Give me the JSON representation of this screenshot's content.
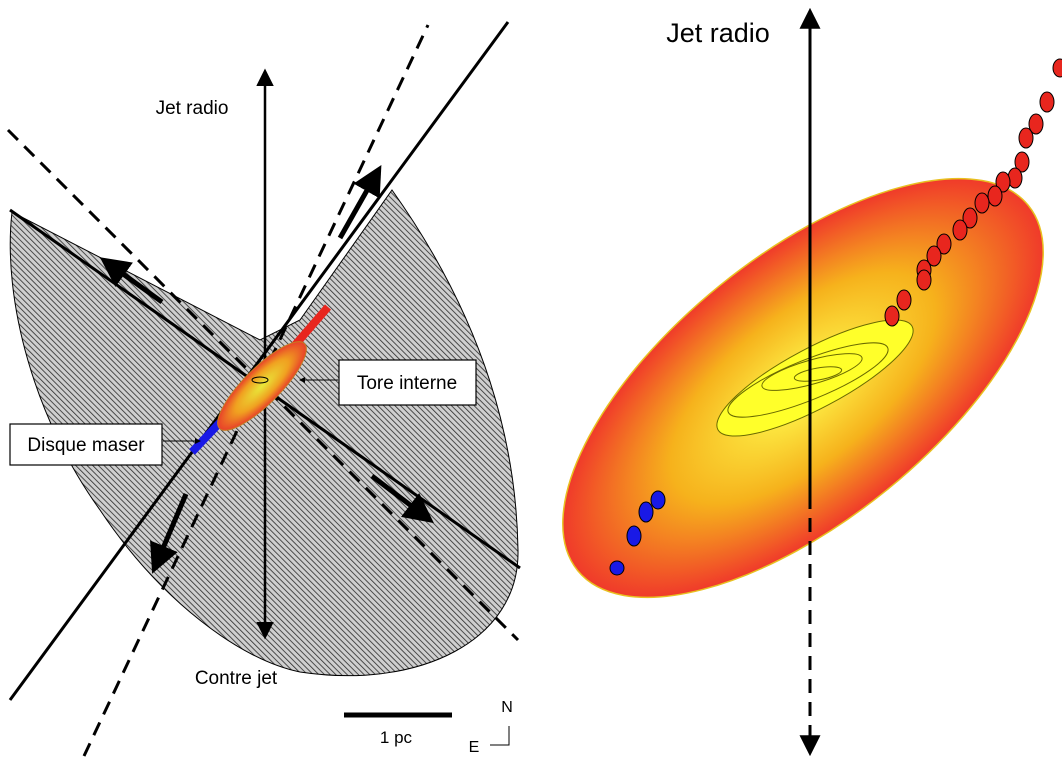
{
  "left_panel": {
    "jet_label": "Jet radio",
    "counter_jet_label": "Contre jet",
    "inner_torus_label": "Tore interne",
    "maser_disk_label": "Disque maser",
    "scale_label": "1 pc",
    "north_label": "N",
    "east_label": "E"
  },
  "right_panel": {
    "jet_label": "Jet radio"
  },
  "colors": {
    "hatch_fill": "#777777",
    "redshifted_maser": "#e8261e",
    "blueshifted_maser": "#1919e6",
    "torus_inner": "#ffff30",
    "torus_outer": "#f03a2a"
  }
}
